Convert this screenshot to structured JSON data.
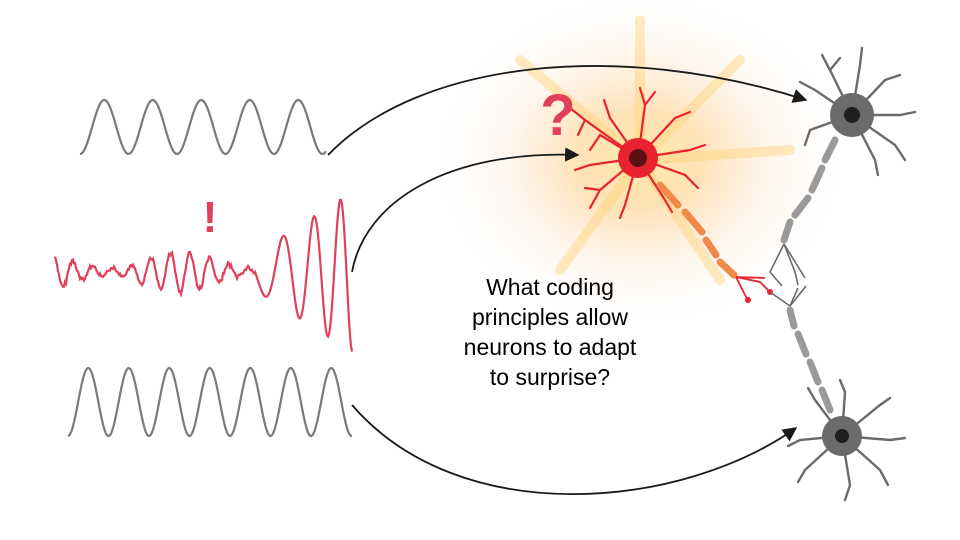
{
  "question": {
    "lines": [
      "What coding",
      "principles allow",
      "neurons to adapt",
      "to surprise?"
    ]
  },
  "marks": {
    "exclamation": "!",
    "question": "?"
  },
  "colors": {
    "regular_signal": "#7a7a7a",
    "surprise_signal": "#e0405a",
    "arrow": "#1a1a1a",
    "active_neuron": "#e8232f",
    "idle_neuron": "#6b6b6b",
    "glow": "#ffcf6b"
  }
}
